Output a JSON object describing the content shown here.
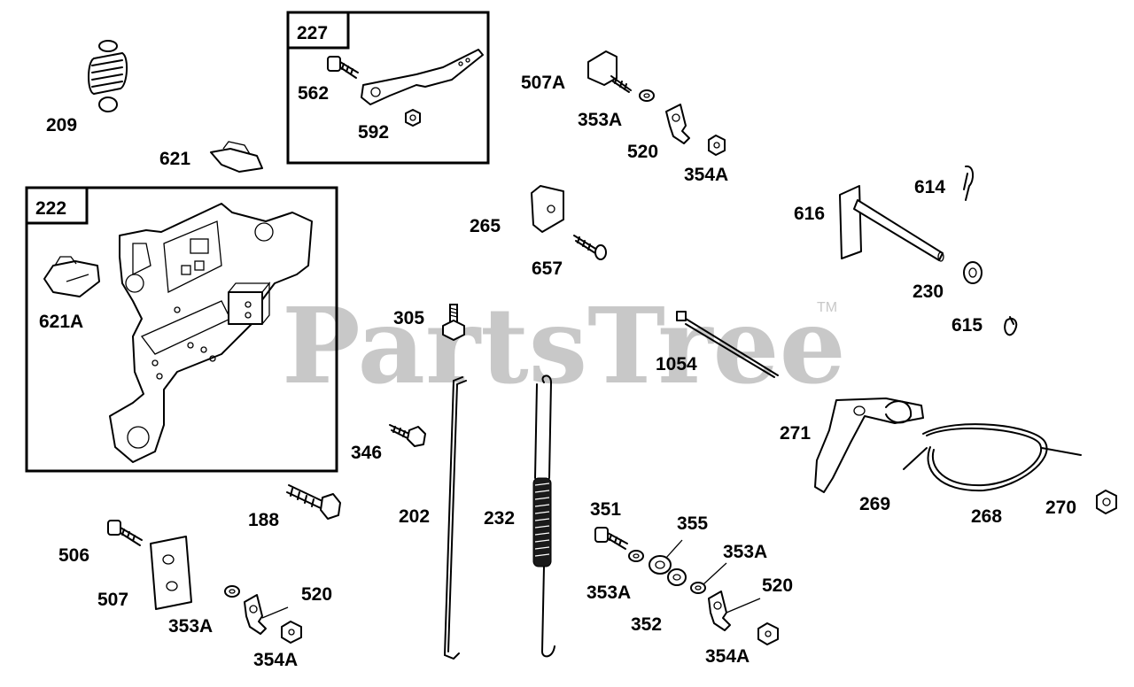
{
  "watermark": {
    "text": "PartsTree",
    "trademark": "TM"
  },
  "boxes": [
    {
      "id": "box-222",
      "label": "222"
    },
    {
      "id": "box-227",
      "label": "227"
    }
  ],
  "callouts": {
    "c209": "209",
    "c562": "562",
    "c592": "592",
    "c621": "621",
    "c507A": "507A",
    "c353A_1": "353A",
    "c520_1": "520",
    "c354A_1": "354A",
    "c621A": "621A",
    "c265": "265",
    "c657": "657",
    "c616": "616",
    "c614": "614",
    "c230": "230",
    "c615": "615",
    "c305": "305",
    "c1054": "1054",
    "c346": "346",
    "c271": "271",
    "c188": "188",
    "c202": "202",
    "c232": "232",
    "c269": "269",
    "c268": "268",
    "c270": "270",
    "c351": "351",
    "c355": "355",
    "c353A_2": "353A",
    "c353A_3": "353A",
    "c520_2": "520",
    "c352": "352",
    "c354A_2": "354A",
    "c506": "506",
    "c507": "507",
    "c353A_4": "353A",
    "c520_3": "520",
    "c354A_3": "354A"
  }
}
